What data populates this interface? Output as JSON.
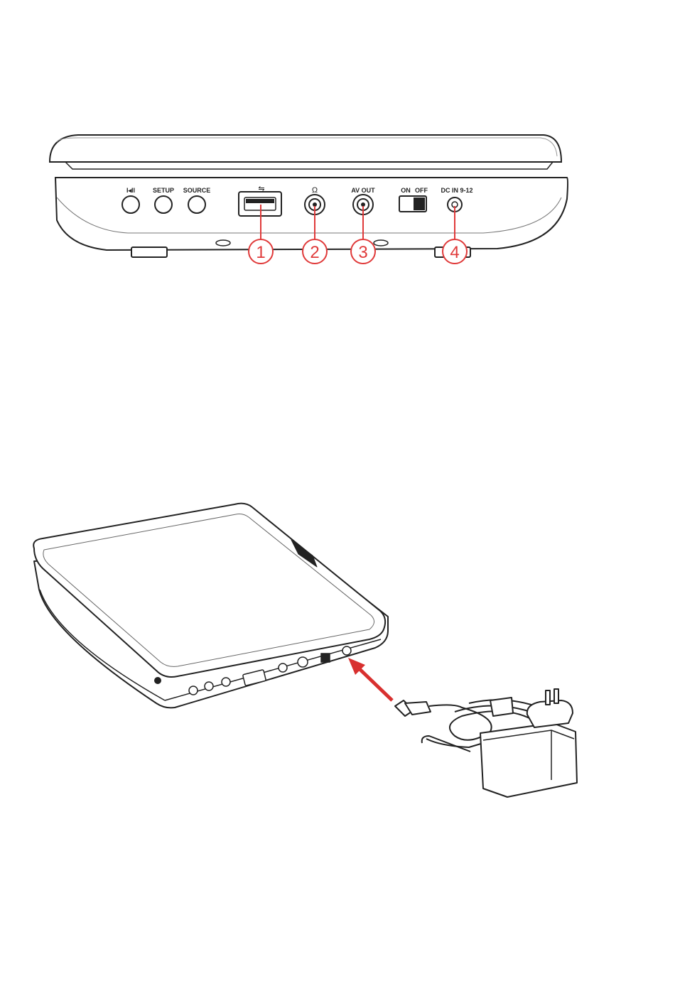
{
  "side_view": {
    "port_labels": {
      "skip": "I◂II",
      "setup": "SETUP",
      "source": "SOURCE",
      "av_out": "AV OUT",
      "switch_on": "ON",
      "switch_off": "OFF",
      "dc_in": "DC IN 9-12"
    },
    "callouts": [
      "1",
      "2",
      "3",
      "4"
    ],
    "callout_color": "#e03a3a"
  },
  "perspective_view": {
    "arrow_color": "#d8302f"
  }
}
